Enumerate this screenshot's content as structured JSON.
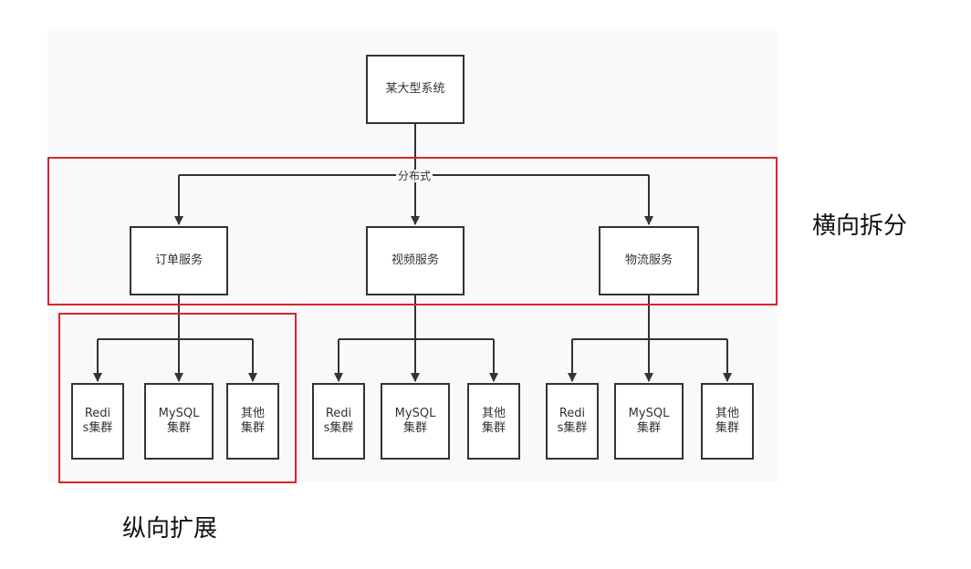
{
  "diagram": {
    "root": {
      "label": "某大型系统"
    },
    "edge_label": "分布式",
    "services": [
      {
        "label": "订单服务",
        "clusters": [
          {
            "label": "Redi\ns集群"
          },
          {
            "label": "MySQL\n集群"
          },
          {
            "label": "其他\n集群"
          }
        ]
      },
      {
        "label": "视频服务",
        "clusters": [
          {
            "label": "Redi\ns集群"
          },
          {
            "label": "MySQL\n集群"
          },
          {
            "label": "其他\n集群"
          }
        ]
      },
      {
        "label": "物流服务",
        "clusters": [
          {
            "label": "Redi\ns集群"
          },
          {
            "label": "MySQL\n集群"
          },
          {
            "label": "其他\n集群"
          }
        ]
      }
    ],
    "annotations": {
      "horizontal": "横向拆分",
      "vertical": "纵向扩展"
    },
    "colors": {
      "line": "#333333",
      "highlight": "#d9252b",
      "canvas": "#f9f9f9"
    }
  }
}
